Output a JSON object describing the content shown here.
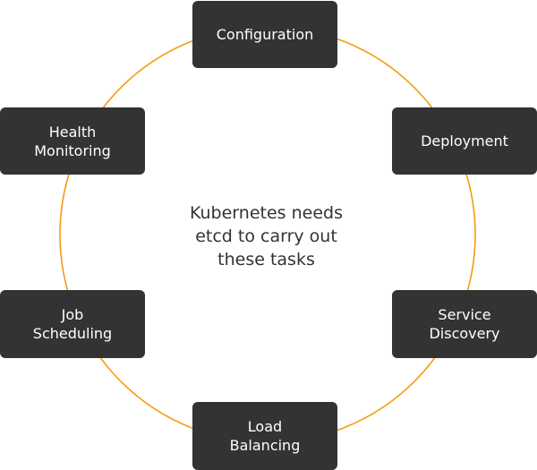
{
  "diagram": {
    "center_text": "Kubernetes needs\netcd to carry out\nthese tasks",
    "ring_color": "#F39C12",
    "box_color": "#333333",
    "text_color": "#FFFFFF",
    "tasks": [
      {
        "label": "Configuration"
      },
      {
        "label": "Deployment"
      },
      {
        "label": "Service\nDiscovery"
      },
      {
        "label": "Load\nBalancing"
      },
      {
        "label": "Job\nScheduling"
      },
      {
        "label": "Health\nMonitoring"
      }
    ]
  }
}
